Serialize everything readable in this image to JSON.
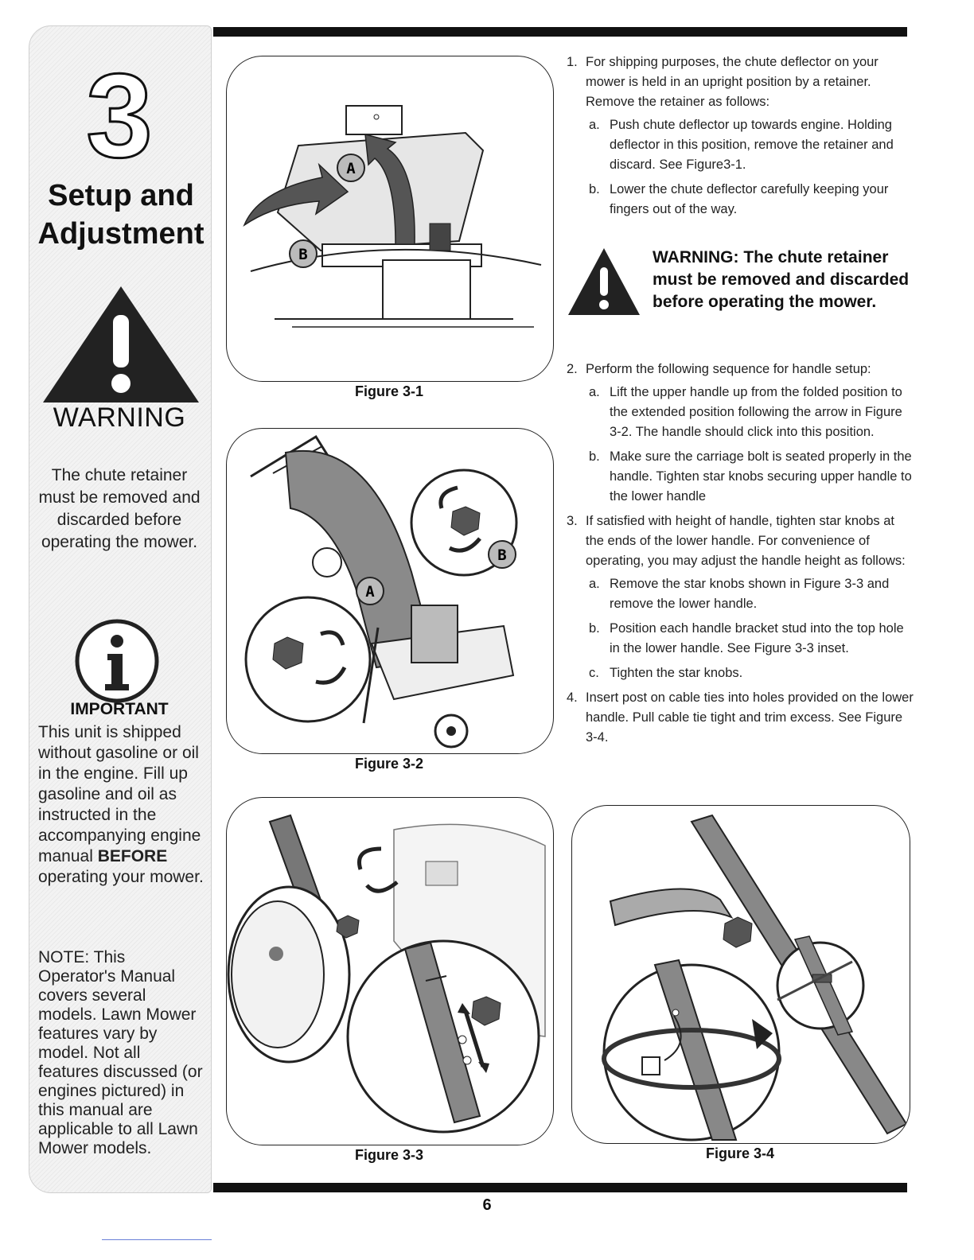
{
  "sidebar": {
    "chapter_number": "3",
    "chapter_title_line1": "Setup and",
    "chapter_title_line2": "Adjustment",
    "warning_label": "WARNING",
    "warning_text": "The chute retainer must be removed and discarded before operating the mower.",
    "important_label": "IMPORTANT",
    "important_text_before": "This unit is shipped without gasoline or oil in the engine. Fill up gasoline and oil as instructed in the accompanying engine manual ",
    "important_text_bold": "BEFORE",
    "important_text_after": " operating your mower.",
    "note_text": "NOTE: This Operator's Manual covers several models. Lawn Mower features vary by model. Not all features discussed (or engines pictured) in this manual are applicable to all Lawn Mower models."
  },
  "figures": {
    "fig1_caption": "Figure 3-1",
    "fig2_caption": "Figure 3-2",
    "fig3_caption": "Figure 3-3",
    "fig4_caption": "Figure 3-4",
    "label_a": "A",
    "label_b": "B"
  },
  "instructions": {
    "step1_num": "1.",
    "step1": "For shipping purposes, the chute deflector on your mower is held in an upright position by a retainer. Remove the retainer as follows:",
    "step1a_num": "a.",
    "step1a": "Push  chute deflector up towards engine. Holding deflector in this position, remove the retainer and discard. See Figure3-1.",
    "step1b_num": "b.",
    "step1b": "Lower the chute deflector carefully keeping your fingers out of the way.",
    "warning": "WARNING: The chute retainer must be removed and discarded before operating the mower.",
    "step2_num": "2.",
    "step2": "Perform the following sequence for handle setup:",
    "step2a_num": "a.",
    "step2a": "Lift the upper handle up from the folded position to the extended position following the arrow in Figure 3-2. The handle should click into this position.",
    "step2b_num": "b.",
    "step2b": "Make sure the carriage bolt is seated properly in the handle. Tighten star knobs securing upper handle to the lower handle",
    "step3_num": "3.",
    "step3": "If satisfied with height of handle, tighten star knobs at the ends of the lower handle. For convenience of operating, you may adjust the handle height as follows:",
    "step3a_num": "a.",
    "step3a": "Remove the star knobs shown in Figure 3-3 and remove the lower handle.",
    "step3b_num": "b.",
    "step3b": "Position each handle bracket stud into the top hole in the lower handle. See Figure 3-3 inset.",
    "step3c_num": "c.",
    "step3c": "Tighten the star knobs.",
    "step4_num": "4.",
    "step4": "Insert post on cable ties into holes provided on the lower handle. Pull cable tie tight and trim excess. See Figure 3-4."
  },
  "page_number": "6"
}
